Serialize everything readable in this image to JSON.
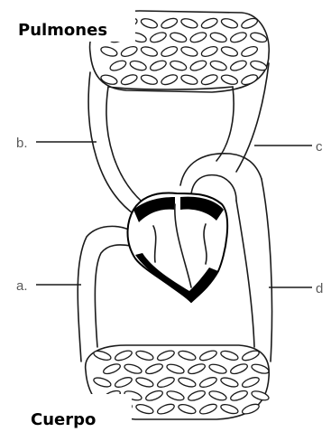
{
  "labels": {
    "top": "Pulmones",
    "bottom": "Cuerpo",
    "a": "a.",
    "b": "b.",
    "c": "c",
    "d": "d"
  }
}
